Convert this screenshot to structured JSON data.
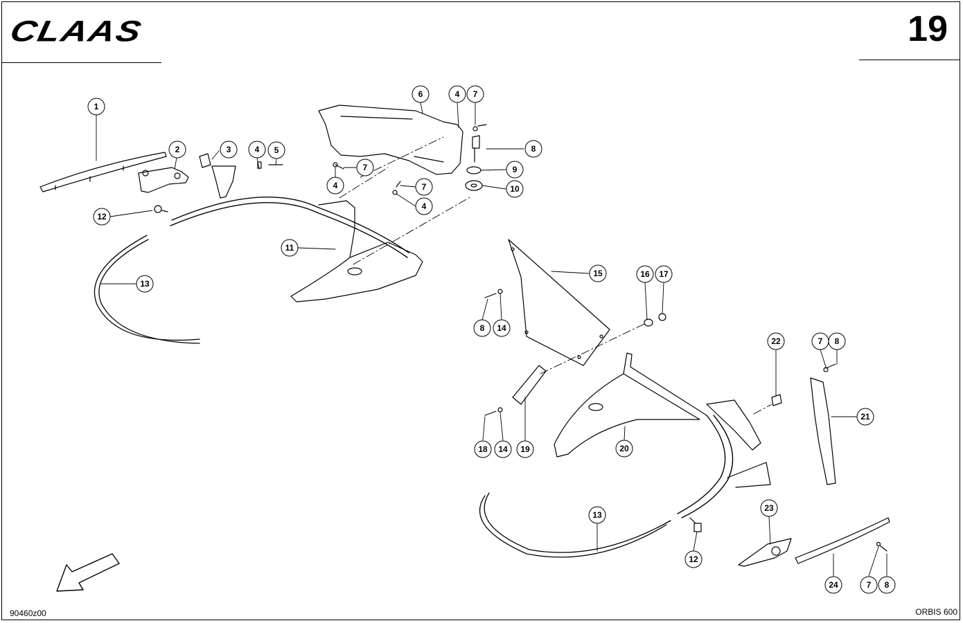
{
  "header": {
    "brand": "CLAAS",
    "page_number": "19"
  },
  "footer": {
    "drawing_code": "90460z00",
    "model": "ORBIS 600"
  },
  "callouts": [
    {
      "id": "c1",
      "label": "1"
    },
    {
      "id": "c2",
      "label": "2"
    },
    {
      "id": "c3",
      "label": "3"
    },
    {
      "id": "c4a",
      "label": "4"
    },
    {
      "id": "c5",
      "label": "5"
    },
    {
      "id": "c6",
      "label": "6"
    },
    {
      "id": "c4b",
      "label": "4"
    },
    {
      "id": "c7a",
      "label": "7"
    },
    {
      "id": "c8a",
      "label": "8"
    },
    {
      "id": "c9",
      "label": "9"
    },
    {
      "id": "c10",
      "label": "10"
    },
    {
      "id": "c7b",
      "label": "7"
    },
    {
      "id": "c4c",
      "label": "4"
    },
    {
      "id": "c7c",
      "label": "7"
    },
    {
      "id": "c4d",
      "label": "4"
    },
    {
      "id": "c12a",
      "label": "12"
    },
    {
      "id": "c11",
      "label": "11"
    },
    {
      "id": "c13a",
      "label": "13"
    },
    {
      "id": "c15",
      "label": "15"
    },
    {
      "id": "c16",
      "label": "16"
    },
    {
      "id": "c17",
      "label": "17"
    },
    {
      "id": "c8b",
      "label": "8"
    },
    {
      "id": "c14a",
      "label": "14"
    },
    {
      "id": "c22",
      "label": "22"
    },
    {
      "id": "c7d",
      "label": "7"
    },
    {
      "id": "c8c",
      "label": "8"
    },
    {
      "id": "c21",
      "label": "21"
    },
    {
      "id": "c18",
      "label": "18"
    },
    {
      "id": "c14b",
      "label": "14"
    },
    {
      "id": "c19",
      "label": "19"
    },
    {
      "id": "c20",
      "label": "20"
    },
    {
      "id": "c13b",
      "label": "13"
    },
    {
      "id": "c23",
      "label": "23"
    },
    {
      "id": "c12b",
      "label": "12"
    },
    {
      "id": "c24",
      "label": "24"
    },
    {
      "id": "c7e",
      "label": "7"
    },
    {
      "id": "c8d",
      "label": "8"
    }
  ]
}
